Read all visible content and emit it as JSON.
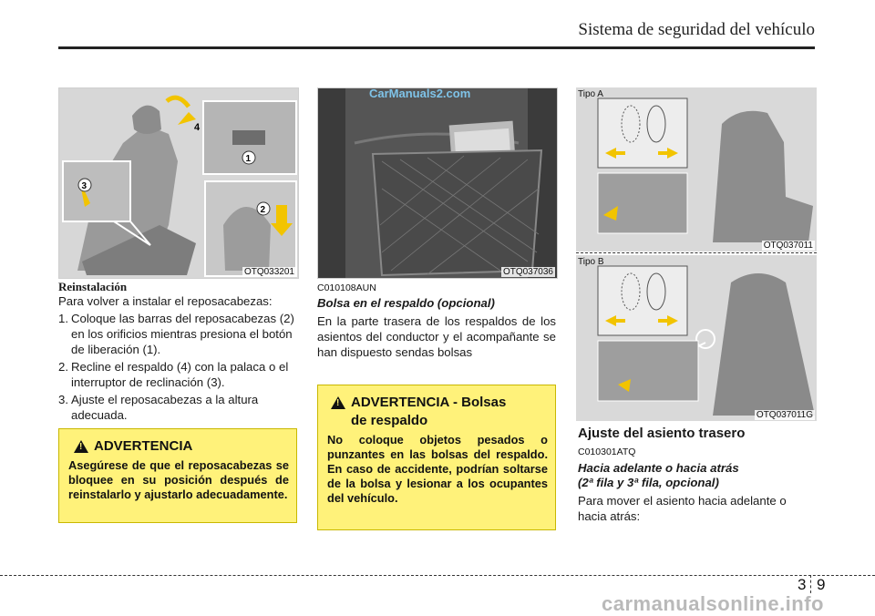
{
  "header": {
    "title": "Sistema de seguridad del vehículo"
  },
  "figures": {
    "left": {
      "code": "OTQ033201",
      "labels": [
        "4",
        "1",
        "2",
        "3"
      ]
    },
    "middle": {
      "code": "OTQ037036",
      "watermark": "CarManuals2.com"
    },
    "right_a": {
      "tipo": "Tipo A",
      "code": "OTQ037011"
    },
    "right_b": {
      "tipo": "Tipo B",
      "code": "OTQ037011G"
    }
  },
  "left_col": {
    "heading": "Reinstalación",
    "intro": "Para volver a instalar el reposacabezas:",
    "steps": [
      {
        "n": "1.",
        "text": "Coloque las barras del reposacabezas (2) en los orificios mientras presiona el botón de liberación (1)."
      },
      {
        "n": "2.",
        "text": "Recline el respaldo (4) con la palaca o el interruptor de reclinación (3)."
      },
      {
        "n": "3.",
        "text": "Ajuste el reposacabezas a la altura adecuada."
      }
    ],
    "warning": {
      "title": "ADVERTENCIA",
      "text": "Asegúrese de que el reposacabezas se bloquee en su posición después de reinstalarlo y ajustarlo adecuadamente."
    }
  },
  "mid_col": {
    "code": "C010108AUN",
    "subheading": "Bolsa en el respaldo (opcional)",
    "text": "En la parte trasera de los respaldos de los asientos del conductor y el acompañante se han dispuesto sendas bolsas",
    "warning": {
      "title": "ADVERTENCIA - Bolsas",
      "title2": "de respaldo",
      "text": "No coloque objetos pesados o punzantes en las bolsas del respaldo. En caso de accidente, podrían soltarse de la bolsa y lesionar a los ocupantes del vehículo."
    }
  },
  "right_col": {
    "heading": "Ajuste del asiento trasero",
    "code": "C010301ATQ",
    "subheading1": "Hacia adelante o hacia atrás",
    "subheading2": "(2ª fila y 3ª fila, opcional)",
    "text": "Para mover el asiento hacia adelante o hacia atrás:"
  },
  "footer": {
    "page_left": "3",
    "page_right": "9",
    "watermark": "carmanualsonline.info"
  },
  "colors": {
    "warning_bg": "#fff27a",
    "arrow_yellow": "#f2c400",
    "rule": "#222222"
  }
}
